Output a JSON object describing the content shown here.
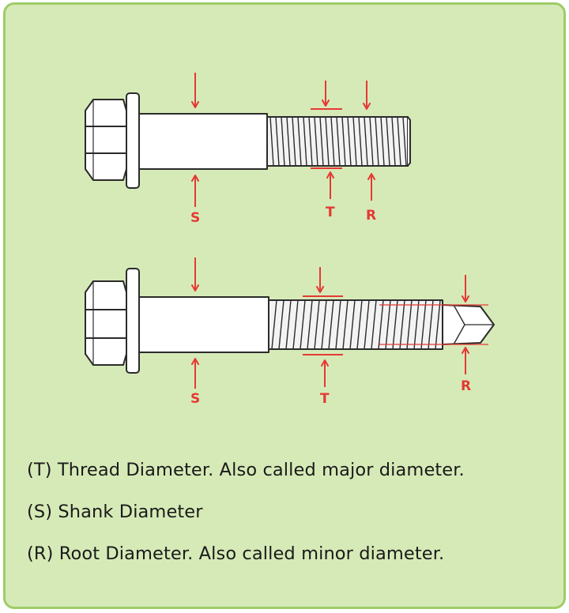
{
  "colors": {
    "panel_bg": "#d6eab7",
    "panel_border": "#9fcc68",
    "marker": "#e53935",
    "outline": "#2b2b2b",
    "screw_fill": "#ffffff"
  },
  "diagram": {
    "top_screw": {
      "type": "hex flange bolt",
      "labels": {
        "shank": "S",
        "thread": "T",
        "root": "R"
      }
    },
    "bottom_screw": {
      "type": "self-drilling hex flange screw",
      "labels": {
        "shank": "S",
        "thread": "T",
        "root": "R"
      }
    }
  },
  "legend": [
    {
      "text": "(T) Thread Diameter. Also called major diameter."
    },
    {
      "text": "(S) Shank Diameter"
    },
    {
      "text": "(R) Root Diameter. Also called minor diameter."
    }
  ]
}
